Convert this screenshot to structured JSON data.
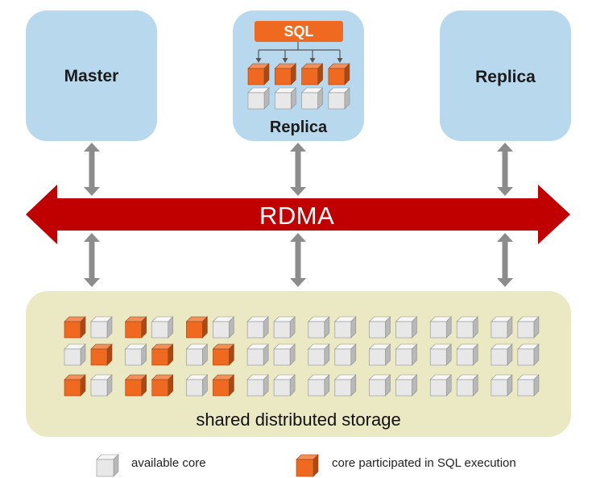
{
  "nodes": {
    "master": {
      "label": "Master"
    },
    "replica_sql": {
      "label": "Replica",
      "sql_label": "SQL"
    },
    "replica_right": {
      "label": "Replica"
    }
  },
  "network": {
    "label": "RDMA"
  },
  "storage": {
    "label": "shared distributed storage"
  },
  "legend": {
    "available_label": "available core",
    "participated_label": "core participated in SQL execution"
  },
  "colors": {
    "node_fill": "#b8d8ee",
    "storage_fill": "#ebe8c4",
    "rdma_fill": "#c00000",
    "sql_fill": "#ef6a20",
    "core_active": "#ef6a20",
    "core_available": "#e6e6e6",
    "link_arrow": "#8c8c8c"
  },
  "replica_cores": {
    "rows": [
      [
        1,
        1,
        1,
        1
      ],
      [
        0,
        0,
        0,
        0
      ]
    ]
  },
  "storage_cores": {
    "rows": [
      [
        1,
        0,
        1,
        0,
        1,
        0,
        0,
        0,
        0,
        0,
        0,
        0,
        0,
        0,
        0,
        0
      ],
      [
        0,
        1,
        0,
        1,
        0,
        1,
        0,
        0,
        0,
        0,
        0,
        0,
        0,
        0,
        0,
        0
      ],
      [
        1,
        0,
        1,
        1,
        0,
        1,
        0,
        0,
        0,
        0,
        0,
        0,
        0,
        0,
        0,
        0
      ]
    ]
  }
}
